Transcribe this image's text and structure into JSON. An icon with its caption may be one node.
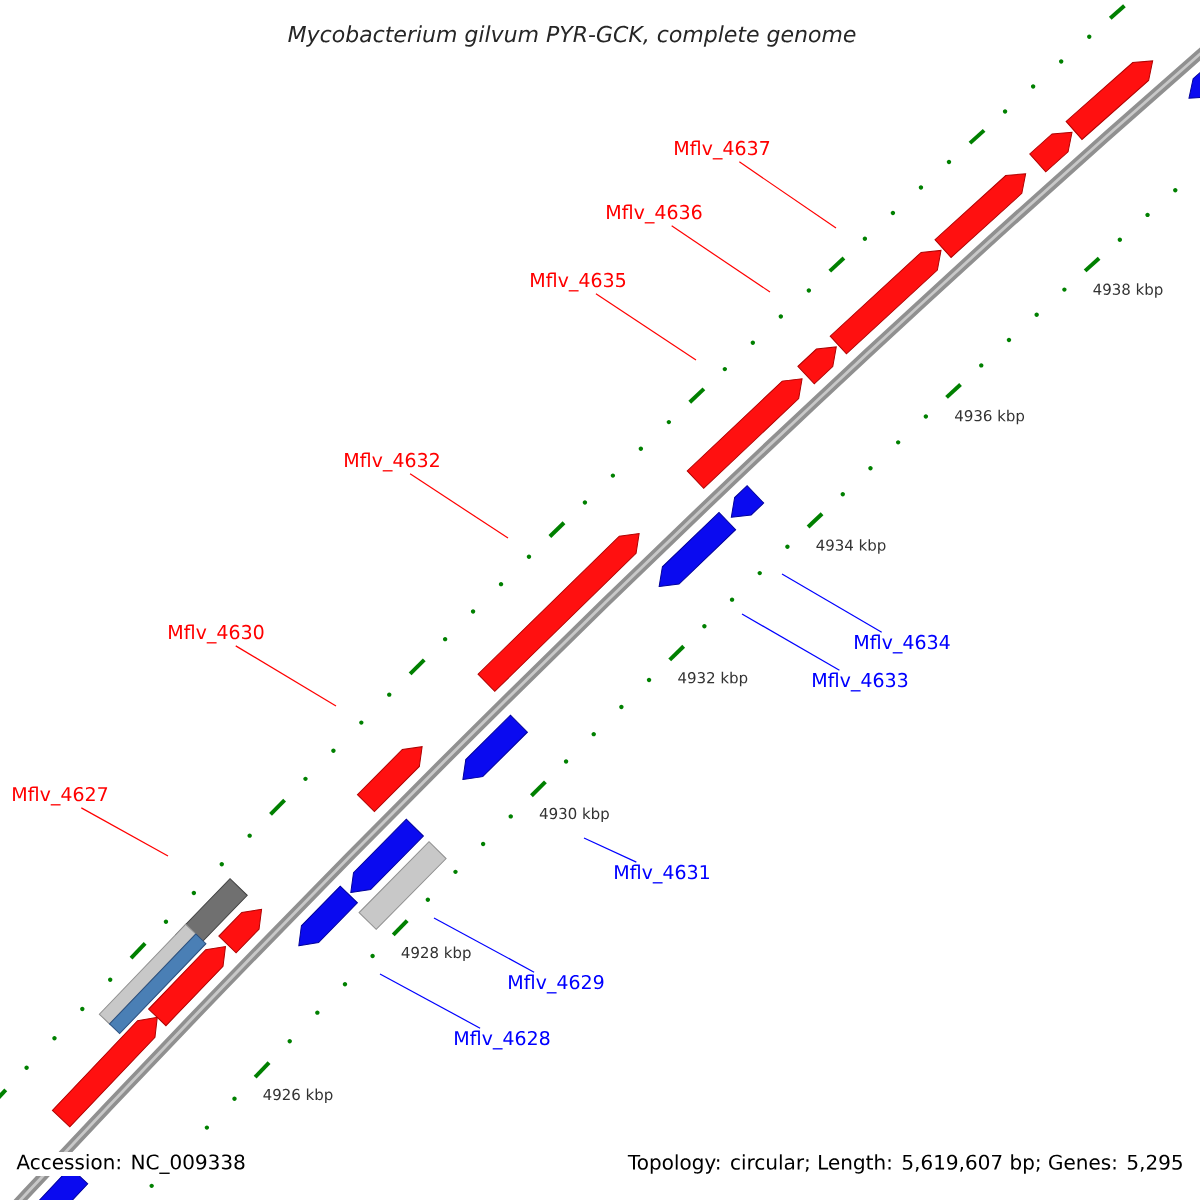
{
  "diagram": {
    "title": "Mycobacterium gilvum PYR-GCK, complete genome",
    "nodes": [
      {
        "text": [
          "Mflv_4637"
        ]
      },
      {
        "text": [
          "Mflv_4636"
        ]
      },
      {
        "text": [
          "Mflv_4635"
        ]
      },
      {
        "text": [
          "Mflv_4632"
        ]
      },
      {
        "text": [
          "Mflv_4630"
        ]
      },
      {
        "text": [
          "Mflv_4634"
        ]
      },
      {
        "text": [
          "Mflv_4633"
        ]
      },
      {
        "text": [
          "Mflv_4627"
        ]
      },
      {
        "text": [
          "Mflv_4631"
        ]
      },
      {
        "text": [
          "Mflv_4629"
        ]
      },
      {
        "text": [
          "Mflv_4628"
        ]
      }
    ],
    "edges": [
      {
        "from": 0,
        "to": null,
        "arrow": "none"
      },
      {
        "from": 1,
        "to": null,
        "arrow": "none"
      },
      {
        "from": 2,
        "to": null,
        "arrow": "none"
      },
      {
        "from": 3,
        "to": null,
        "arrow": "none"
      },
      {
        "from": 4,
        "to": null,
        "arrow": "none"
      },
      {
        "from": 5,
        "to": null,
        "arrow": "none",
        "color": "#0000ff"
      },
      {
        "from": 6,
        "to": null,
        "arrow": "none",
        "color": "#0000ff"
      },
      {
        "from": 7,
        "to": null,
        "arrow": "none"
      },
      {
        "from": 8,
        "to": null,
        "arrow": "none",
        "color": "#0000ff"
      },
      {
        "from": 9,
        "to": null,
        "arrow": "none",
        "color": "#0000ff"
      },
      {
        "from": 10,
        "to": null,
        "arrow": "none",
        "color": "#0000ff"
      }
    ],
    "labels": [
      "4938 kbp",
      "4936 kbp",
      "4934 kbp",
      "4932 kbp",
      "4930 kbp",
      "4928 kbp",
      "4926 kbp",
      "Accession: NC_009338",
      "Topology: circular; Length: 5,619,607 bp; Genes: 5,295"
    ]
  }
}
